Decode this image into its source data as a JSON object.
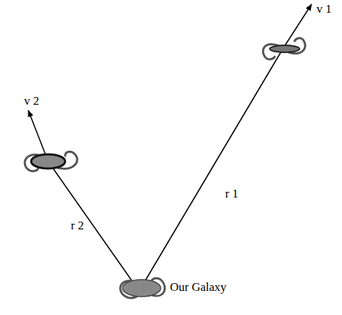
{
  "diagram": {
    "labels": [
      "v 1",
      "v 2",
      "r 1",
      "r 2",
      "Our Galaxy"
    ]
  }
}
